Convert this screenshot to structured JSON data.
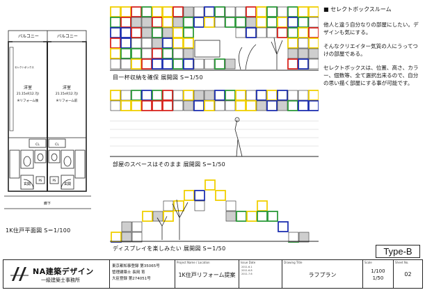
{
  "notes": {
    "heading": "■ セレクトボックスルーム",
    "paragraphs": [
      "他人と違う自分なりの部屋にしたい。デザインも気にする。",
      "そんなクリエイター気質の人にうってつけの部屋である。",
      "セレクトボックスは、位置、高さ、カラー、個数等、全て選択出来るので、自分の思い描く部屋にする事が可能です。"
    ]
  },
  "elevations": [
    {
      "caption": "目一杯収納を確保 展開図 S＝1/50"
    },
    {
      "caption": "部屋のスペースはそのまま 展開図 S＝1/50"
    },
    {
      "caption": "ディスプレイを楽しみたい 展開図 S＝1/50"
    }
  ],
  "plan": {
    "caption": "1K住戸平面図 S＝1/100",
    "balcony_left": "バルコニー",
    "balcony_right": "バルコニー",
    "select_box_label": "セレクトボックス",
    "room_left": {
      "name": "洋室",
      "area": "21.15㎡(12.7J)",
      "note": "※リフォーム後"
    },
    "room_right": {
      "name": "洋室",
      "area": "21.15㎡(12.7J)",
      "note": "※リフォーム前"
    },
    "cl_left": "CL",
    "cl_right": "CL",
    "entrance_left": "玄関",
    "entrance_right": "玄関",
    "ps_left": "PS",
    "ps_right": "PS",
    "corridor": "廊下"
  },
  "type_label": "Type-B",
  "title_block": {
    "company": "NA建築デザイン",
    "company_sub": "一級建築士事務所",
    "address_lines": [
      "東京都知事登録 第35065号",
      "管理建築士 長岡 育",
      "大臣登録 第274051号"
    ],
    "project_label": "Project Name / Location",
    "project": "1K住戸リフォーム提案",
    "issue_label": "Issue Date",
    "issue_dates": [
      "2011.6.1",
      "2011.6.8",
      "2011.7.6"
    ],
    "drawing_label": "Drawing Title",
    "drawing": "ラフプラン",
    "scale_label": "Scale",
    "scale": [
      "1/100",
      "1/50"
    ],
    "sheet_label": "Sheet No.",
    "sheet": "02"
  },
  "colors": {
    "red": "#d8251f",
    "green": "#2c9a3a",
    "blue": "#1d2fb0",
    "yellow": "#f0d000",
    "white": "#ffffff",
    "grey": "#b8b8b8",
    "line": "#222222"
  }
}
